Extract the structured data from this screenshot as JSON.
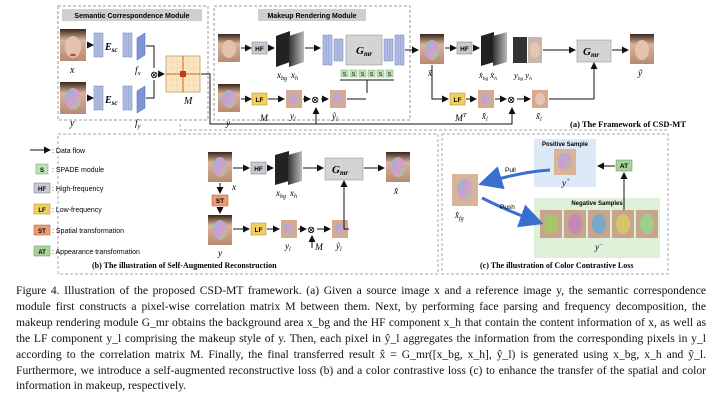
{
  "module_labels": {
    "semantic": "Semantic Correspondence Module",
    "makeup": "Makeup Rendering Module"
  },
  "blocks": {
    "esc": "E",
    "esc_sub": "sc",
    "gmr": "G",
    "gmr_sub": "mr",
    "hf": "HF",
    "lf": "LF",
    "st": "ST",
    "at": "AT",
    "spade": "S"
  },
  "symbols": {
    "x": "x",
    "y": "y",
    "fx": "f",
    "fx_sub": "x",
    "fy": "f",
    "fy_sub": "y",
    "M": "M",
    "MT": "M",
    "MT_sup": "T",
    "xbg": "x",
    "xbg_sub": "bg",
    "xh": "x",
    "xh_sub": "h",
    "yl": "y",
    "yl_sub": "l",
    "ybg": "y",
    "ybg_sub": "bg",
    "yh": "y",
    "yh_sub": "h",
    "xl": "x",
    "xl_sub": "l",
    "xhat": "x̂",
    "yhat": "ŷ",
    "ytilde": "ỹ",
    "xtilde": "x̃",
    "xfg": "x̂",
    "xfg_sub": "fg",
    "yplus": "y",
    "yplus_sup": "+",
    "yminus": "y",
    "yminus_sup": "−",
    "otimes": "⊗"
  },
  "legend": [
    {
      "badge": "",
      "label": ": Data flow",
      "color": "#ffffff"
    },
    {
      "badge": "S",
      "label": ": SPADE module",
      "color": "#bfe0b5"
    },
    {
      "badge": "HF",
      "label": ": High-frequency",
      "color": "#c9c9d4"
    },
    {
      "badge": "LF",
      "label": ": Low-frequency",
      "color": "#f2cf63"
    },
    {
      "badge": "ST",
      "label": ": Spatial transformation",
      "color": "#eb9a74"
    },
    {
      "badge": "AT",
      "label": ": Appearance transformation",
      "color": "#a8d39a"
    }
  ],
  "panel_titles": {
    "a": "(a) The Framework of CSD-MT",
    "b": "(b) The illustration of Self-Augmented Reconstruction",
    "c": "(c) The illustration of Color Contrastive Loss"
  },
  "contrastive": {
    "positive": "Positive Sample",
    "negative": "Negative Samples",
    "pull": "Pull",
    "push": "Push"
  },
  "colors": {
    "encoder": "#aebbe6",
    "gmr": "#d4d4d4",
    "corr": "#fbe6c2",
    "positive_bg": "#dde9f7",
    "negative_bg": "#dff0d8",
    "arrow_blue": "#3a6fd0"
  },
  "caption": {
    "label": "Figure 4.",
    "text": "Illustration of the proposed CSD-MT framework. (a) Given a source image x and a reference image y, the semantic correspondence module first constructs a pixel-wise correlation matrix M between them. Next, by performing face parsing and frequency decomposition, the makeup rendering module G_mr obtains the background area x_bg and the HF component x_h that contain the content information of x, as well as the LF component y_l comprising the makeup style of y. Then, each pixel in ŷ_l aggregates the information from the corresponding pixels in y_l according to the correlation matrix M. Finally, the final transferred result x̂ = G_mr([x_bg, x_h], ŷ_l) is generated using x_bg, x_h and ŷ_l. Furthermore, we introduce a self-augmented reconstructive loss (b) and a color contrastive loss (c) to enhance the transfer of the spatial and color information in makeup, respectively."
  }
}
